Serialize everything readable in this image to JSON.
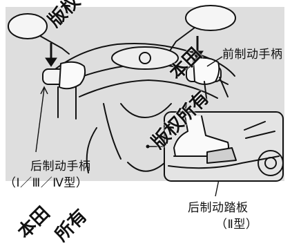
{
  "labels": {
    "front_brake_lever": "前制动手柄",
    "rear_brake_lever": "后制动手柄",
    "rear_brake_lever_types": "（Ⅰ／Ⅲ／Ⅳ型）",
    "rear_brake_pedal": "后制动踏板",
    "rear_brake_pedal_type": "（Ⅱ型）"
  },
  "watermarks": {
    "honda": "本田",
    "copyright": "版权所有",
    "top_fragment": "版权",
    "mid_1": "本田",
    "mid_2": "版权所有",
    "bottom_1": "本田",
    "bottom_2": "所有"
  },
  "colors": {
    "panel_bg": "#dedede",
    "line": "#111111",
    "text": "#111111"
  }
}
